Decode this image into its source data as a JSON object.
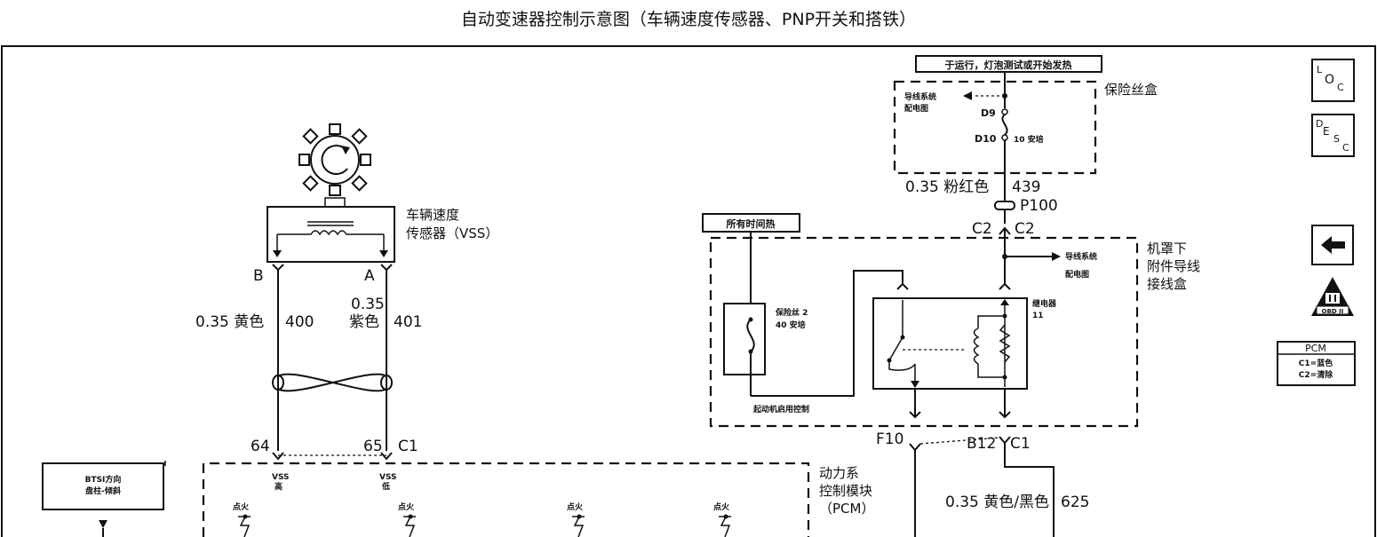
{
  "title": "自动变速器控制示意图（车辆速度传感器、PNP开关和搭铁）",
  "vss": {
    "name_line1": "车辆速度",
    "name_line2": "传感器（VSS）",
    "pin_b": "B",
    "pin_a": "A",
    "wire_b_gauge_color": "0.35 黄色",
    "wire_b_num": "400",
    "wire_a_gauge": "0.35",
    "wire_a_color": "紫色",
    "wire_a_num": "401",
    "pcm_pin_b": "64",
    "pcm_pin_a": "65",
    "pcm_conn": "C1"
  },
  "fuse_box": {
    "header": "于运行，灯泡测试或开始发热",
    "name": "保险丝盒",
    "dist_line1": "导线系统",
    "dist_line2": "配电图",
    "pin_top": "D9",
    "pin_bottom": "D10",
    "fuse_rating": "10 安培",
    "wire": "0.35 粉红色",
    "wire_num": "439",
    "splice": "P100",
    "conn_left": "C2",
    "conn_right": "C2"
  },
  "underhood": {
    "header": "所有时间热",
    "name_line1": "机罩下",
    "name_line2": "附件导线",
    "name_line3": "接线盒",
    "dist_line1": "导线系统",
    "dist_line2": "配电图",
    "fuse_line1": "保险丝 2",
    "fuse_line2": "40 安培",
    "relay_line1": "继电器",
    "relay_line2": "11",
    "starter_ctrl": "起动机启用控制",
    "pin_f10": "F10",
    "pin_b12": "B12",
    "conn": "C1",
    "wire": "0.35 黄色/黑色",
    "wire_num": "625"
  },
  "pcm_module": {
    "name_line1": "动力系",
    "name_line2": "控制模块",
    "name_line3": "（PCM）",
    "vss_high_1": "VSS",
    "vss_high_2": "高",
    "vss_low_1": "VSS",
    "vss_low_2": "低",
    "ign": [
      "点火",
      "点火",
      "点火",
      "点火"
    ]
  },
  "btsi": {
    "line1": "BTSI方向",
    "line2": "盘柱-倾斜"
  },
  "side_icons": {
    "loc": [
      "L",
      "O",
      "C"
    ],
    "desc": [
      "D",
      "E",
      "S",
      "C"
    ],
    "obd": "OBD II",
    "pcm_title": "PCM",
    "pcm_c1": "C1=蓝色",
    "pcm_c2": "C2=清除"
  }
}
